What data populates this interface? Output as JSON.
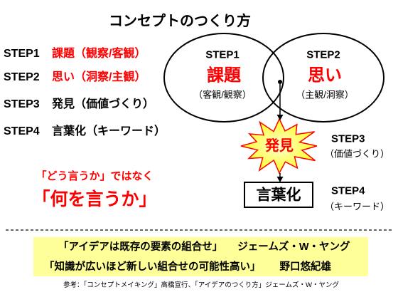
{
  "title": "コンセプトのつくり方",
  "colors": {
    "accent": "#FF0000",
    "burst_fill": "#FFFF00",
    "burst_stroke": "#FF0000",
    "quote_background": "#FFFF99"
  },
  "steps": [
    {
      "label": "STEP1",
      "text": "課題（観察/客観）",
      "color": "#FF0000"
    },
    {
      "label": "STEP2",
      "text": "思い（洞察/主観）",
      "color": "#FF0000"
    },
    {
      "label": "STEP3",
      "text": "発見（価値づくり）",
      "color": "#000000"
    },
    {
      "label": "STEP4",
      "text": "言葉化（キーワード）",
      "color": "#000000"
    }
  ],
  "emphasis": {
    "line1": "「どう言うか」ではなく",
    "line2": "「何を言うか」"
  },
  "diagram": {
    "left_circle": {
      "step": "STEP1",
      "keyword": "課題",
      "note": "（客観/観察）"
    },
    "right_circle": {
      "step": "STEP2",
      "keyword": "思い",
      "note": "（主観/洞察）"
    },
    "discovery": {
      "keyword": "発見",
      "step": "STEP3",
      "note": "（価値づくり）"
    },
    "wording": {
      "keyword": "言葉化",
      "step": "STEP4",
      "note": "（キーワード）"
    }
  },
  "quotes": [
    {
      "text": "「アイデアは既存の要素の組合せ」",
      "author": "ジェームズ・W・ヤング"
    },
    {
      "text": "「知識が広いほど新しい組合せの可能性高い」",
      "author": "野口悠紀雄"
    }
  ],
  "reference": "参考：「コンセプトメイキング」高橋宣行、「アイデアのつくり方」ジェームズ・W・ヤング"
}
